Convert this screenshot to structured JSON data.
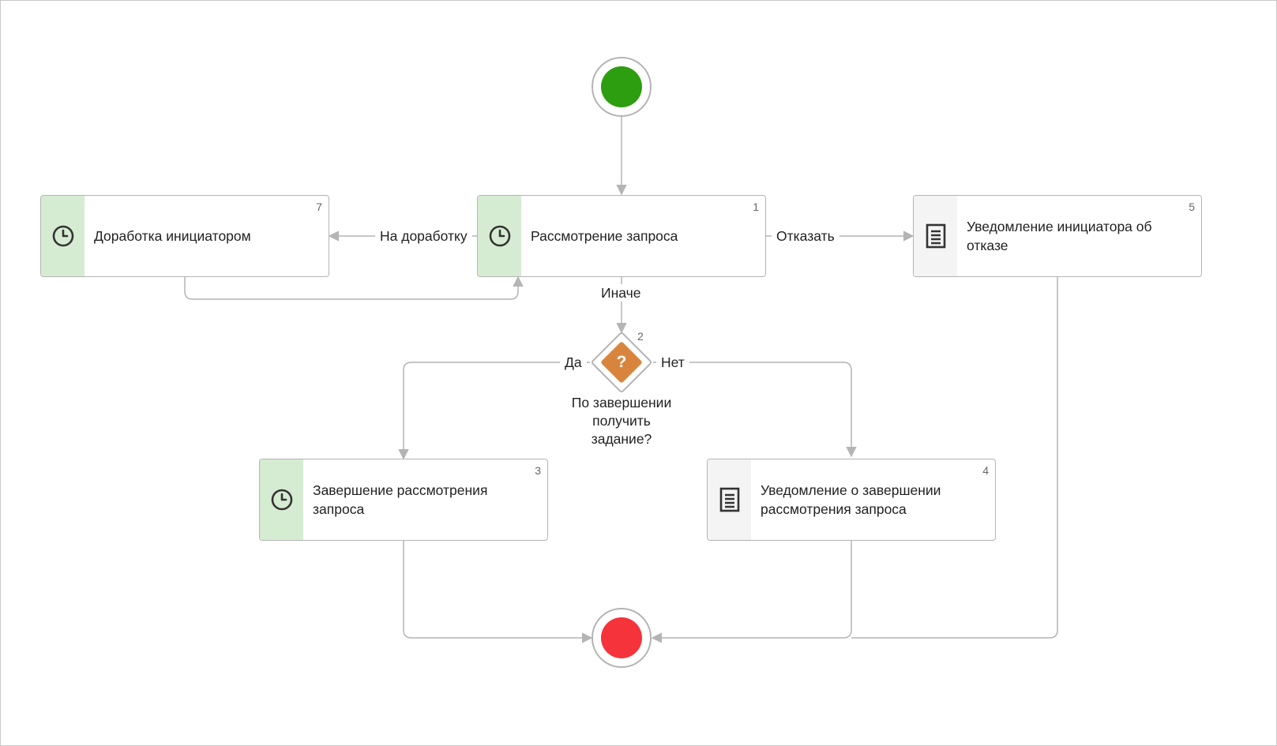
{
  "colors": {
    "connector": "#b4b4b4",
    "timer_stripe": "#d6ecd2",
    "notify_stripe": "#f4f4f4",
    "start_event": "#2d9e0f",
    "end_event": "#f5333a",
    "gateway": "#d9843d"
  },
  "start_event": {
    "type": "start"
  },
  "end_event": {
    "type": "end"
  },
  "tasks": {
    "t7": {
      "num": "7",
      "label": "Доработка инициатором",
      "icon": "clock-icon"
    },
    "t1": {
      "num": "1",
      "label": "Рассмотрение запроса",
      "icon": "clock-icon"
    },
    "t5": {
      "num": "5",
      "label": "Уведомление инициатора об отказе",
      "icon": "document-icon"
    },
    "t3": {
      "num": "3",
      "label": "Завершение рассмотрения запроса",
      "icon": "clock-icon"
    },
    "t4": {
      "num": "4",
      "label": "Уведомление о завершении рассмотрения запроса",
      "icon": "document-icon"
    }
  },
  "gateway": {
    "num": "2",
    "symbol": "?",
    "caption": "По завершении получить задание?"
  },
  "edge_labels": {
    "rework": "На доработку",
    "reject": "Отказать",
    "otherwise": "Иначе",
    "yes": "Да",
    "no": "Нет"
  }
}
